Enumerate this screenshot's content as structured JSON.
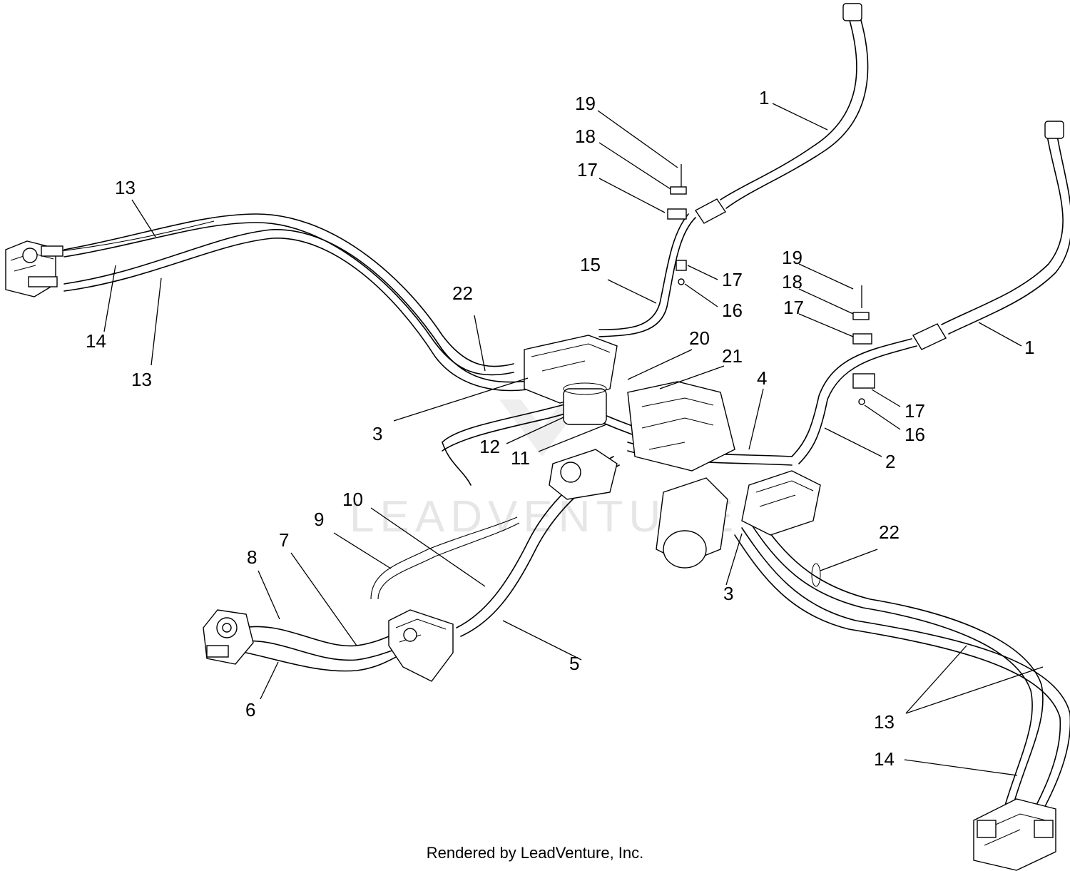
{
  "watermark": "LEADVENTURE",
  "credit": "Rendered by LeadVenture, Inc.",
  "callouts": {
    "c1a": "1",
    "c1b": "1",
    "c2": "2",
    "c3a": "3",
    "c3b": "3",
    "c4": "4",
    "c5": "5",
    "c6": "6",
    "c7": "7",
    "c8": "8",
    "c9": "9",
    "c10": "10",
    "c11": "11",
    "c12": "12",
    "c13a": "13",
    "c13b": "13",
    "c13c": "13",
    "c14a": "14",
    "c14b": "14",
    "c15": "15",
    "c16a": "16",
    "c16b": "16",
    "c17a": "17",
    "c17b": "17",
    "c17c": "17",
    "c17d": "17",
    "c18a": "18",
    "c18b": "18",
    "c19a": "19",
    "c19b": "19",
    "c20": "20",
    "c21": "21",
    "c22a": "22",
    "c22b": "22"
  }
}
